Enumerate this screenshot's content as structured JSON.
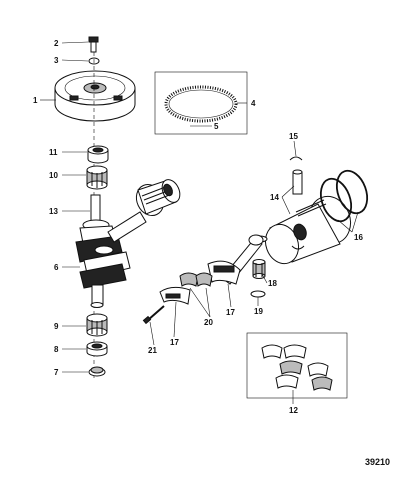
{
  "figure_number": "39210",
  "callouts": {
    "c1": "1",
    "c2": "2",
    "c3": "3",
    "c4": "4",
    "c5": "5",
    "c6": "6",
    "c7": "7",
    "c8": "8",
    "c9": "9",
    "c10": "10",
    "c11": "11",
    "c12": "12",
    "c13": "13",
    "c14": "14",
    "c15": "15",
    "c16": "16",
    "c17a": "17",
    "c17b": "17",
    "c18": "18",
    "c19": "19",
    "c20": "20",
    "c21": "21"
  }
}
